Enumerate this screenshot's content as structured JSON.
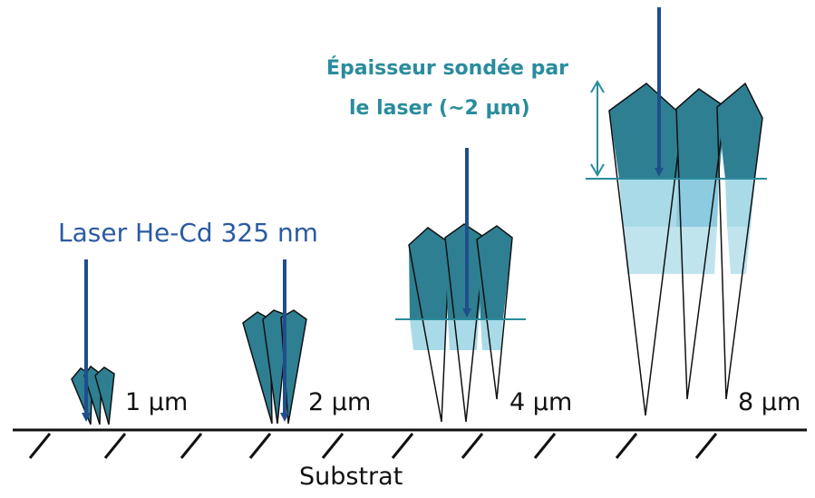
{
  "diagram": {
    "laser_label": "Laser He-Cd 325 nm",
    "probe_label_line1": "Épaisseur sondée par",
    "probe_label_line2": "le laser (~2 µm)",
    "substrate_label": "Substrat",
    "thickness_labels": [
      "1 µm",
      "2 µm",
      "4 µm",
      "8 µm"
    ]
  },
  "colors": {
    "crystal_fill": "#2f7f92",
    "probed_light": "#a9dae8",
    "probed_mid": "#8ccbe0",
    "laser_arrow": "#1f4e8c",
    "laser_text": "#2b5aa3",
    "probe_text": "#2a8c9c",
    "outline": "#111111",
    "background": "#ffffff"
  }
}
